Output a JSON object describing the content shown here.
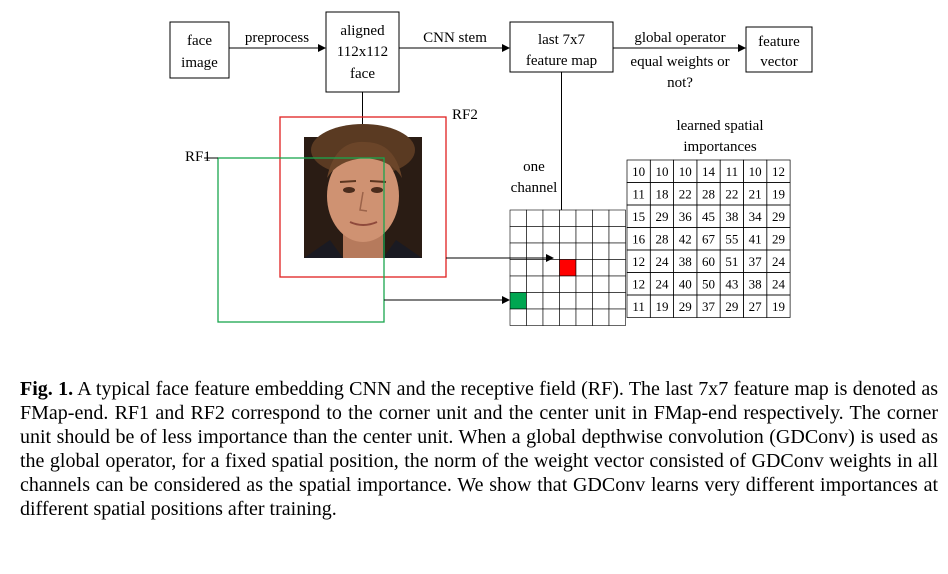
{
  "flow": {
    "face_image": [
      "face",
      "image"
    ],
    "preprocess": "preprocess",
    "aligned_face": [
      "aligned",
      "112x112",
      "face"
    ],
    "cnn_stem": "CNN stem",
    "last_feature_map": [
      "last 7x7",
      "feature map"
    ],
    "global_operator": "global operator",
    "equal_weights": [
      "equal weights or",
      "not?"
    ],
    "feature_vector": [
      "feature",
      "vector"
    ]
  },
  "receptive_fields": {
    "rf1": "RF1",
    "rf2": "RF2",
    "rf1_color": "#1aa64e",
    "rf2_color": "#e02020"
  },
  "one_channel": [
    "one",
    "channel"
  ],
  "grid_marks": {
    "center_color": "#ff0000",
    "corner_color": "#00a651"
  },
  "importance_table": {
    "title": [
      "learned spatial",
      "importances"
    ],
    "rows": [
      [
        10,
        10,
        10,
        14,
        11,
        10,
        12
      ],
      [
        11,
        18,
        22,
        28,
        22,
        21,
        19
      ],
      [
        15,
        29,
        36,
        45,
        38,
        34,
        29
      ],
      [
        16,
        28,
        42,
        67,
        55,
        41,
        29
      ],
      [
        12,
        24,
        38,
        60,
        51,
        37,
        24
      ],
      [
        12,
        24,
        40,
        50,
        43,
        38,
        24
      ],
      [
        11,
        19,
        29,
        37,
        29,
        27,
        19
      ]
    ]
  },
  "caption": {
    "label": "Fig. 1.",
    "text": " A typical face feature embedding CNN and the receptive field (RF). The last 7x7 feature map is denoted as FMap-end. RF1 and RF2 correspond to the corner unit and the center unit in FMap-end respectively. The corner unit should be of less importance than the center unit. When a global depthwise convolution (GDConv) is used as the global operator, for a fixed spatial position, the norm of the weight vector consisted of GDConv weights in all channels can be considered as the spatial importance. We show that GDConv learns very different importances at different spatial positions after training."
  }
}
